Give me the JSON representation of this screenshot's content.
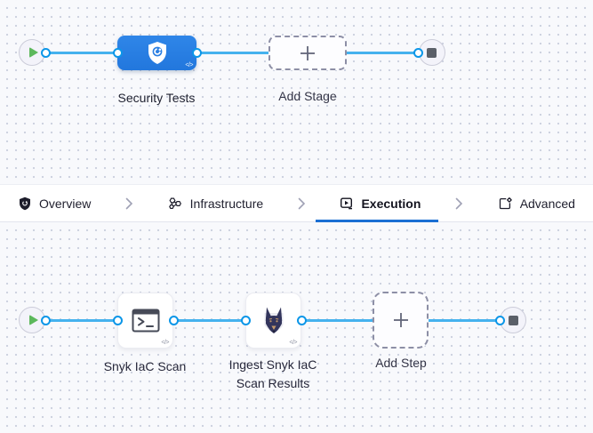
{
  "colors": {
    "stage_blue": "#2a7fe3",
    "connector_blue": "#45b2ee",
    "port_blue": "#0b96e8",
    "active_tab_underline": "#1b6fd3",
    "play_green": "#5cb85c"
  },
  "stage_flow": {
    "stage_label": "Security Tests",
    "add_stage_label": "Add Stage",
    "code_badge": "</>"
  },
  "tab_bar": {
    "items": [
      {
        "label": "Overview",
        "active": false
      },
      {
        "label": "Infrastructure",
        "active": false
      },
      {
        "label": "Execution",
        "active": true
      },
      {
        "label": "Advanced",
        "active": false
      }
    ]
  },
  "step_flow": {
    "steps": [
      {
        "label": "Snyk IaC Scan"
      },
      {
        "label": "Ingest Snyk IaC Scan Results"
      }
    ],
    "add_step_label": "Add Step",
    "code_badge": "</>"
  }
}
